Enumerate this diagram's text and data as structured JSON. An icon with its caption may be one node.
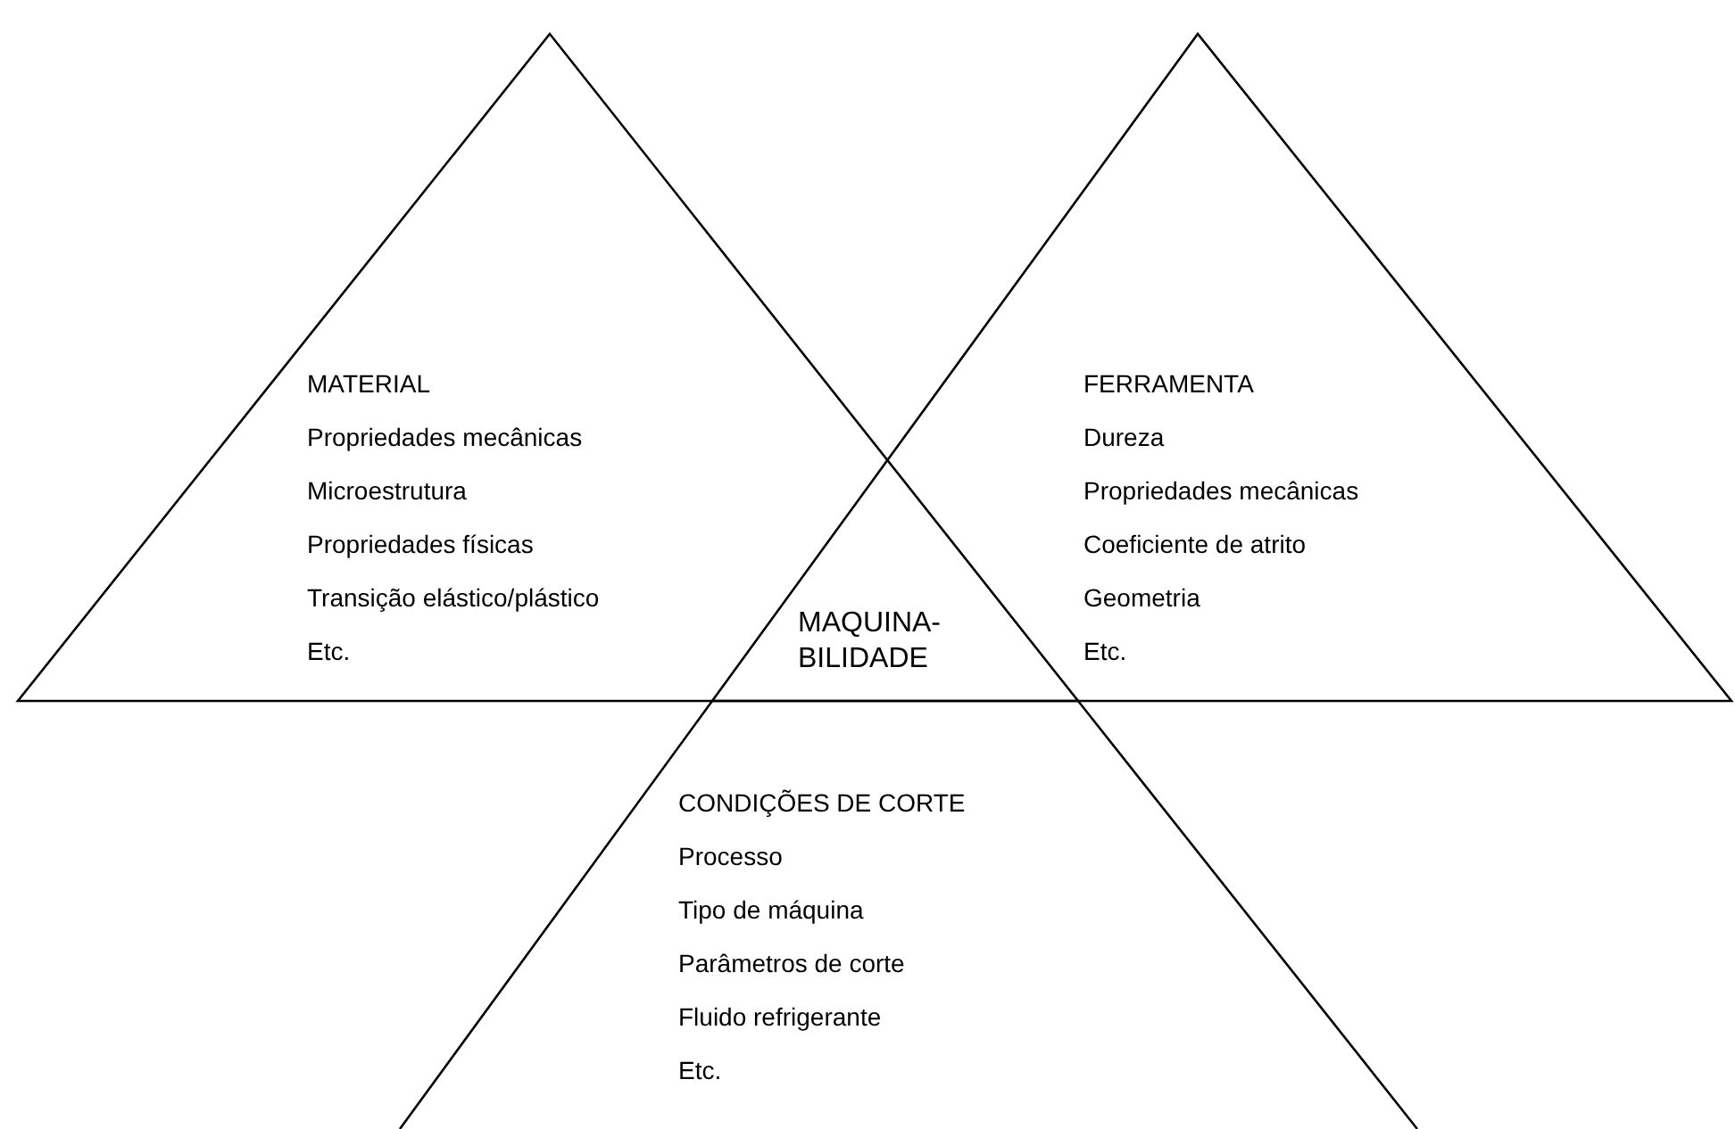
{
  "diagram": {
    "nodes": [
      {
        "text": [
          "MATERIAL",
          "Propriedades mecânicas",
          "Microestrutura",
          "Propriedades físicas",
          "Transição elástico/plástico",
          "Etc."
        ]
      },
      {
        "text": [
          "FERRAMENTA",
          "Dureza",
          "Propriedades mecânicas",
          "Coeficiente de atrito",
          "Geometria",
          "Etc."
        ]
      },
      {
        "text": [
          "MAQUINA- BILIDADE"
        ]
      },
      {
        "text": [
          "CONDIÇÕES DE CORTE",
          "Processo",
          "Tipo de máquina",
          "Parâmetros de corte",
          "Fluido refrigerante",
          "Etc."
        ]
      }
    ]
  }
}
